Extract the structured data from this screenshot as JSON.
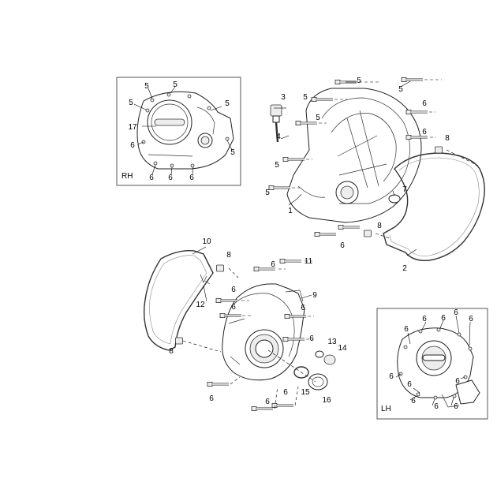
{
  "insets": {
    "rh": {
      "tag": "RH",
      "callouts": [
        {
          "id": "rh-5a",
          "label": "5"
        },
        {
          "id": "rh-5b",
          "label": "5"
        },
        {
          "id": "rh-5c",
          "label": "5"
        },
        {
          "id": "rh-5d",
          "label": "5"
        },
        {
          "id": "rh-5e",
          "label": "5"
        },
        {
          "id": "rh-17",
          "label": "17"
        },
        {
          "id": "rh-6a",
          "label": "6"
        },
        {
          "id": "rh-6b",
          "label": "6"
        },
        {
          "id": "rh-6c",
          "label": "6"
        },
        {
          "id": "rh-6d",
          "label": "6"
        }
      ]
    },
    "lh": {
      "tag": "LH",
      "callouts": [
        {
          "id": "lh-6a",
          "label": "6"
        },
        {
          "id": "lh-6b",
          "label": "6"
        },
        {
          "id": "lh-6c",
          "label": "6"
        },
        {
          "id": "lh-6d",
          "label": "6"
        },
        {
          "id": "lh-6e",
          "label": "6"
        },
        {
          "id": "lh-6f",
          "label": "6"
        },
        {
          "id": "lh-6g",
          "label": "6"
        },
        {
          "id": "lh-6h",
          "label": "6"
        },
        {
          "id": "lh-6i",
          "label": "6"
        },
        {
          "id": "lh-6j",
          "label": "6"
        },
        {
          "id": "lh-6k",
          "label": "6"
        }
      ]
    }
  },
  "rh_cover": {
    "callouts": [
      {
        "id": "r-5a",
        "label": "5"
      },
      {
        "id": "r-5b",
        "label": "5"
      },
      {
        "id": "r-5c",
        "label": "5"
      },
      {
        "id": "r-5d",
        "label": "5"
      },
      {
        "id": "r-5e",
        "label": "5"
      },
      {
        "id": "r-5f",
        "label": "5"
      },
      {
        "id": "r-3",
        "label": "3"
      },
      {
        "id": "r-4",
        "label": "4"
      },
      {
        "id": "r-6a",
        "label": "6"
      },
      {
        "id": "r-6b",
        "label": "6"
      },
      {
        "id": "r-6c",
        "label": "6"
      },
      {
        "id": "r-8a",
        "label": "8"
      },
      {
        "id": "r-8b",
        "label": "8"
      },
      {
        "id": "r-7",
        "label": "7"
      },
      {
        "id": "r-1",
        "label": "1"
      },
      {
        "id": "r-2",
        "label": "2"
      }
    ]
  },
  "lh_cover": {
    "callouts": [
      {
        "id": "l-10",
        "label": "10"
      },
      {
        "id": "l-8a",
        "label": "8"
      },
      {
        "id": "l-11",
        "label": "11"
      },
      {
        "id": "l-6a",
        "label": "6"
      },
      {
        "id": "l-6b",
        "label": "6"
      },
      {
        "id": "l-9",
        "label": "9"
      },
      {
        "id": "l-12",
        "label": "12"
      },
      {
        "id": "l-6c",
        "label": "6"
      },
      {
        "id": "l-6d",
        "label": "6"
      },
      {
        "id": "l-8b",
        "label": "8"
      },
      {
        "id": "l-6e",
        "label": "6"
      },
      {
        "id": "l-13",
        "label": "13"
      },
      {
        "id": "l-14",
        "label": "14"
      },
      {
        "id": "l-15",
        "label": "15"
      },
      {
        "id": "l-16",
        "label": "16"
      },
      {
        "id": "l-6f",
        "label": "6"
      },
      {
        "id": "l-6g",
        "label": "6"
      },
      {
        "id": "l-6h",
        "label": "6"
      }
    ]
  }
}
